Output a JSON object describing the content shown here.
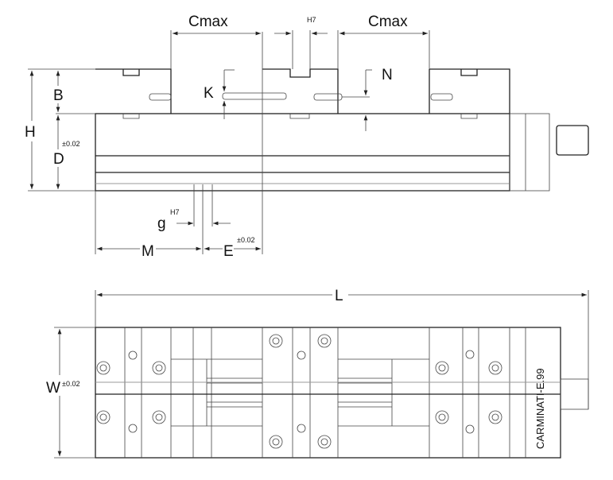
{
  "labels": {
    "cmax_left": "Cmax",
    "cmax_right": "Cmax",
    "slot_tolerance_top": "H7",
    "k": "K",
    "n": "N",
    "h": "H",
    "b": "B",
    "d": "D",
    "d_tolerance": "±0.02",
    "g": "g",
    "g_tolerance": "H7",
    "m": "M",
    "e": "E",
    "e_tolerance": "±0.02",
    "l": "L",
    "w": "W",
    "w_tolerance": "±0.02"
  },
  "brand_marking": "CARMINATI-E.99",
  "colors": {
    "line": "#222222",
    "background": "#ffffff"
  }
}
